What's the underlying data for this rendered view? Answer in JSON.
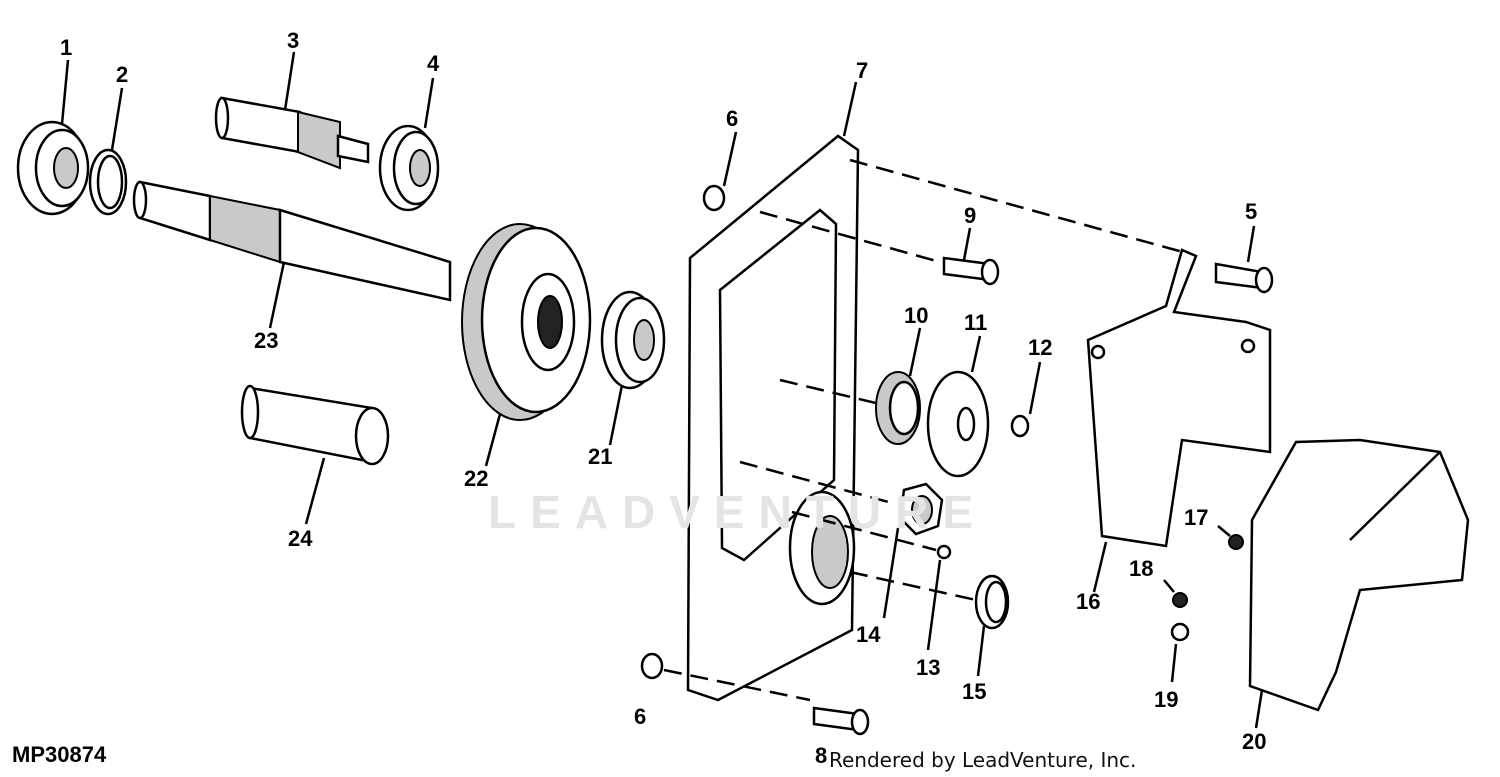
{
  "diagram_id": "MP30874",
  "credit": "Rendered by LeadVenture, Inc.",
  "watermark": "LEADVENTURE",
  "callouts": {
    "c1": "1",
    "c2": "2",
    "c3": "3",
    "c4": "4",
    "c5": "5",
    "c6a": "6",
    "c6b": "6",
    "c7": "7",
    "c8": "8",
    "c9": "9",
    "c10": "10",
    "c11": "11",
    "c12": "12",
    "c13": "13",
    "c14": "14",
    "c15": "15",
    "c16": "16",
    "c17": "17",
    "c18": "18",
    "c19": "19",
    "c20": "20",
    "c21": "21",
    "c22": "22",
    "c23": "23",
    "c24": "24"
  }
}
